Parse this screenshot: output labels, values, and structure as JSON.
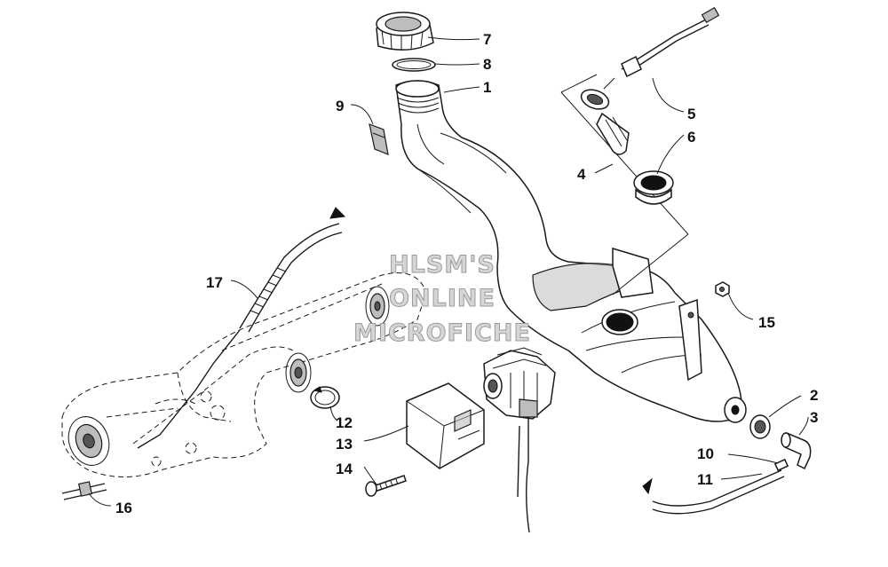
{
  "watermark": {
    "lines": [
      "HLSM'S",
      "ONLINE",
      "MICROFICHE"
    ]
  },
  "callouts": [
    {
      "id": "c1",
      "label": "1"
    },
    {
      "id": "c2",
      "label": "2"
    },
    {
      "id": "c3",
      "label": "3"
    },
    {
      "id": "c4",
      "label": "4"
    },
    {
      "id": "c5",
      "label": "5"
    },
    {
      "id": "c6",
      "label": "6"
    },
    {
      "id": "c7",
      "label": "7"
    },
    {
      "id": "c8",
      "label": "8"
    },
    {
      "id": "c9",
      "label": "9"
    },
    {
      "id": "c10",
      "label": "10"
    },
    {
      "id": "c11",
      "label": "11"
    },
    {
      "id": "c12",
      "label": "12"
    },
    {
      "id": "c13",
      "label": "13"
    },
    {
      "id": "c14",
      "label": "14"
    },
    {
      "id": "c15",
      "label": "15"
    },
    {
      "id": "c16",
      "label": "16"
    },
    {
      "id": "c17",
      "label": "17"
    }
  ]
}
